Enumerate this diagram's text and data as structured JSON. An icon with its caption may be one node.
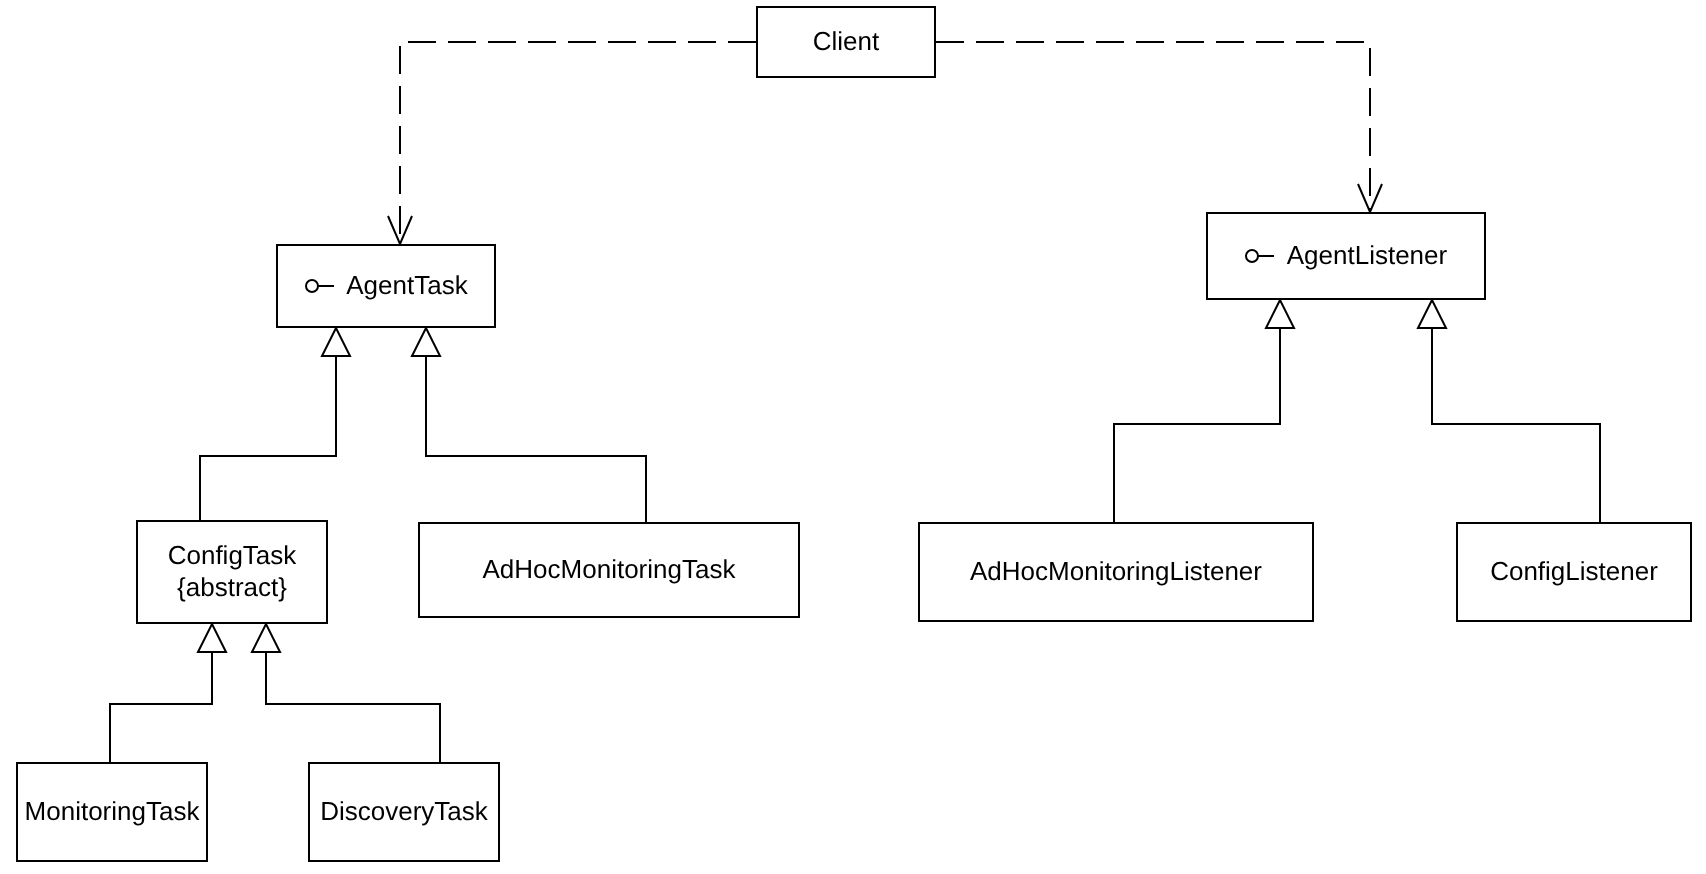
{
  "diagram": {
    "nodes": [
      {
        "text": [
          "Client"
        ]
      },
      {
        "text": [
          "AgentTask"
        ]
      },
      {
        "text": [
          "AgentListener"
        ]
      },
      {
        "text": [
          "ConfigTask",
          "{abstract}"
        ]
      },
      {
        "text": [
          "AdHocMonitoringTask"
        ]
      },
      {
        "text": [
          "AdHocMonitoringListener"
        ]
      },
      {
        "text": [
          "ConfigListener"
        ]
      },
      {
        "text": [
          "MonitoringTask"
        ]
      },
      {
        "text": [
          "DiscoveryTask"
        ]
      }
    ],
    "edges": [
      {
        "from": 0,
        "to": 1,
        "arrow": "to",
        "style": "dashed"
      },
      {
        "from": 0,
        "to": 2,
        "arrow": "to",
        "style": "dashed"
      },
      {
        "from": 3,
        "to": 1,
        "arrow": "to"
      },
      {
        "from": 4,
        "to": 1,
        "arrow": "to"
      },
      {
        "from": 5,
        "to": 2,
        "arrow": "to"
      },
      {
        "from": 6,
        "to": 2,
        "arrow": "to"
      },
      {
        "from": 7,
        "to": 3,
        "arrow": "to"
      },
      {
        "from": 8,
        "to": 3,
        "arrow": "to"
      }
    ]
  }
}
